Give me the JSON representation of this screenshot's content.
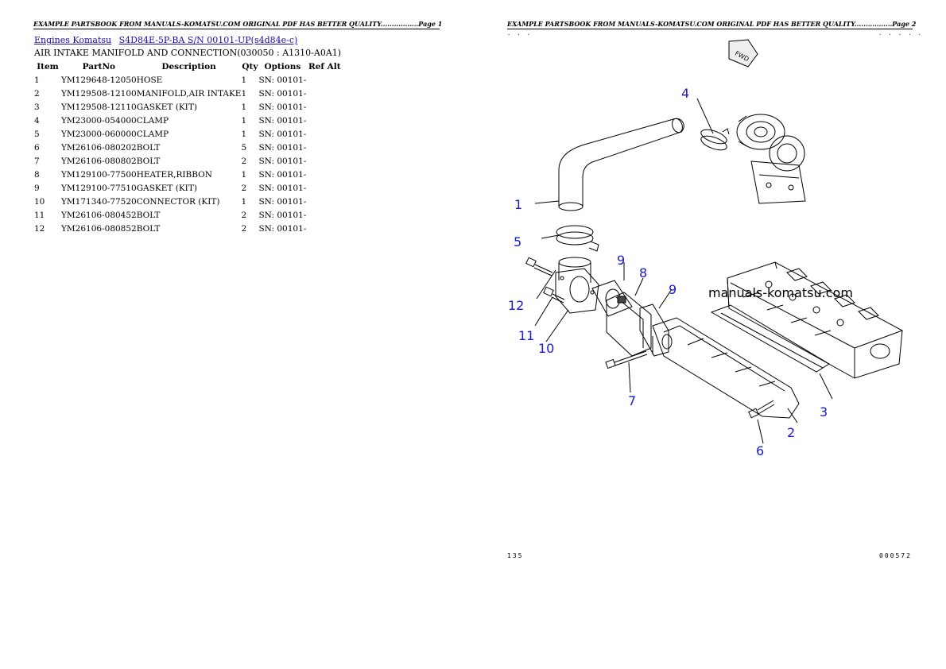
{
  "left_page": {
    "header": "EXAMPLE PARTSBOOK FROM MANUALS-KOMATSU.COM ORIGINAL PDF HAS BETTER QUALITY.................Page 1",
    "breadcrumb": {
      "link1": "Engines Komatsu",
      "link2": "S4D84E-5P-BA S/N 00101-UP(s4d84e-c)"
    },
    "title": "AIR INTAKE MANIFOLD AND CONNECTION(030050 : A1310-A0A1)",
    "table": {
      "headers": [
        "Item",
        "PartNo",
        "Description",
        "Qty",
        "Options",
        "Ref Alt"
      ],
      "rows": [
        [
          "1",
          "YM129648-12050",
          "HOSE",
          "1",
          "SN: 00101-"
        ],
        [
          "2",
          "YM129508-12100",
          "MANIFOLD,AIR INTAKE",
          "1",
          "SN: 00101-"
        ],
        [
          "3",
          "YM129508-12110",
          "GASKET (KIT)",
          "1",
          "SN: 00101-"
        ],
        [
          "4",
          "YM23000-054000",
          "CLAMP",
          "1",
          "SN: 00101-"
        ],
        [
          "5",
          "YM23000-060000",
          "CLAMP",
          "1",
          "SN: 00101-"
        ],
        [
          "6",
          "YM26106-080202",
          "BOLT",
          "5",
          "SN: 00101-"
        ],
        [
          "7",
          "YM26106-080802",
          "BOLT",
          "2",
          "SN: 00101-"
        ],
        [
          "8",
          "YM129100-77500",
          "HEATER,RIBBON",
          "1",
          "SN: 00101-"
        ],
        [
          "9",
          "YM129100-77510",
          "GASKET (KIT)",
          "2",
          "SN: 00101-"
        ],
        [
          "10",
          "YM171340-77520",
          "CONNECTOR (KIT)",
          "1",
          "SN: 00101-"
        ],
        [
          "11",
          "YM26106-080452",
          "BOLT",
          "2",
          "SN: 00101-"
        ],
        [
          "12",
          "YM26106-080852",
          "BOLT",
          "2",
          "SN: 00101-"
        ]
      ]
    }
  },
  "right_page": {
    "header": "EXAMPLE PARTSBOOK FROM MANUALS-KOMATSU.COM ORIGINAL PDF HAS BETTER QUALITY.................Page 2",
    "diagram": {
      "watermark": "manuals-komatsu.com",
      "fwd_label": "FWD",
      "callouts": [
        "1",
        "2",
        "3",
        "4",
        "5",
        "6",
        "7",
        "8",
        "9",
        "9",
        "10",
        "11",
        "12"
      ]
    },
    "footer_left": "135",
    "footer_right": "000572"
  },
  "colors": {
    "callout": "#1a1acc",
    "link": "#1a0dab"
  }
}
